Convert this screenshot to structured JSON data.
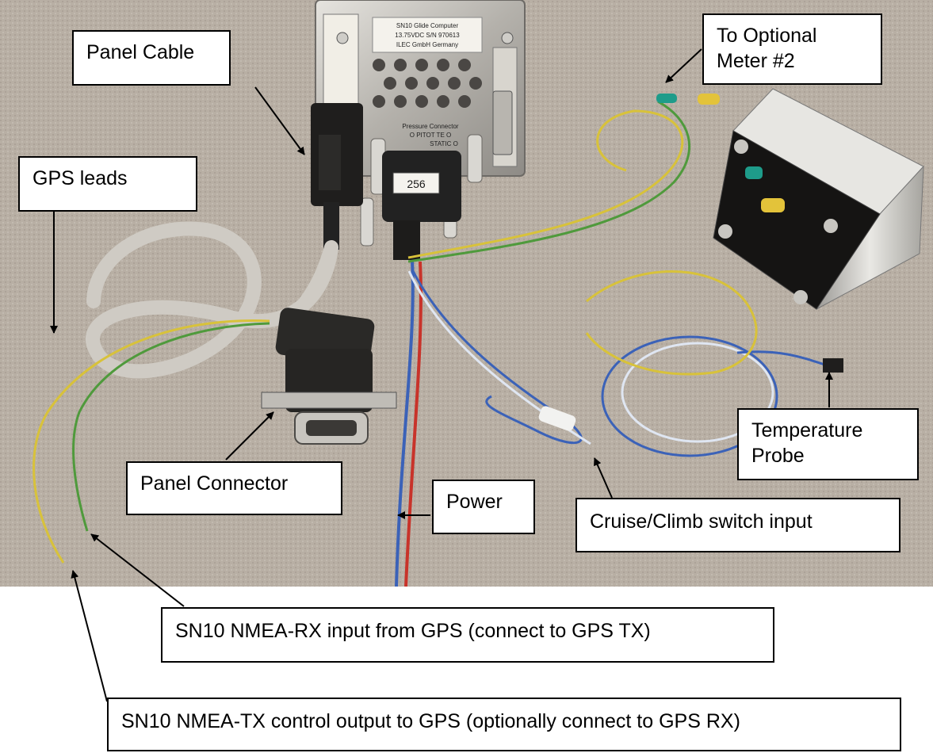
{
  "callouts": {
    "panel_cable": "Panel Cable",
    "to_optional_meter": [
      "To Optional",
      "Meter #2"
    ],
    "gps_leads": "GPS leads",
    "panel_connector": "Panel Connector",
    "power": "Power",
    "temperature_probe": [
      "Temperature",
      "Probe"
    ],
    "cruise_climb": "Cruise/Climb switch input",
    "nmea_rx": "SN10 NMEA-RX input from GPS (connect to GPS TX)",
    "nmea_tx": "SN10 NMEA-TX control output to GPS (optionally connect to GPS RX)"
  },
  "device_labels": {
    "model_line": "SN10 Glide Computer",
    "spec_line": "13.75VDC S/N 970613",
    "maker_line": "ILEC GmbH Germany",
    "pressure_header": "Pressure Connector",
    "pressure_ports": "O PITOT TE O",
    "static_port": "STATIC O",
    "connector_tag": "256"
  },
  "colors": {
    "carpet": "#b8afa4",
    "arrow": "#000000",
    "callout_border": "#000000",
    "wire_yellow": "#d8c23a",
    "wire_green": "#4f9a3c",
    "wire_blue": "#3b62b8",
    "wire_red": "#c8332a",
    "cable_grey": "#cfcbc4"
  }
}
